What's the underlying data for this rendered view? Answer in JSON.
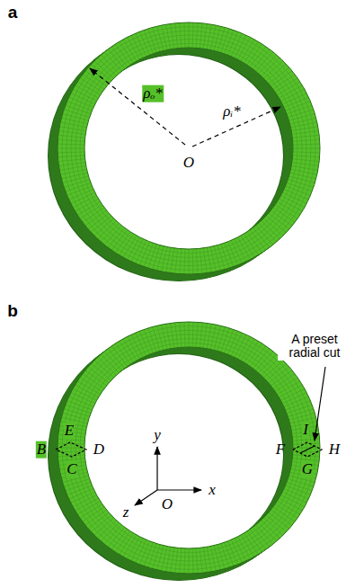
{
  "diagram": {
    "labels": [
      "a",
      "ρₒ*",
      "ρᵢ*",
      "O",
      "b",
      "A preset radial cut",
      "B",
      "E",
      "D",
      "C",
      "y",
      "z",
      "O",
      "x",
      "I",
      "F",
      "H",
      "G"
    ]
  }
}
